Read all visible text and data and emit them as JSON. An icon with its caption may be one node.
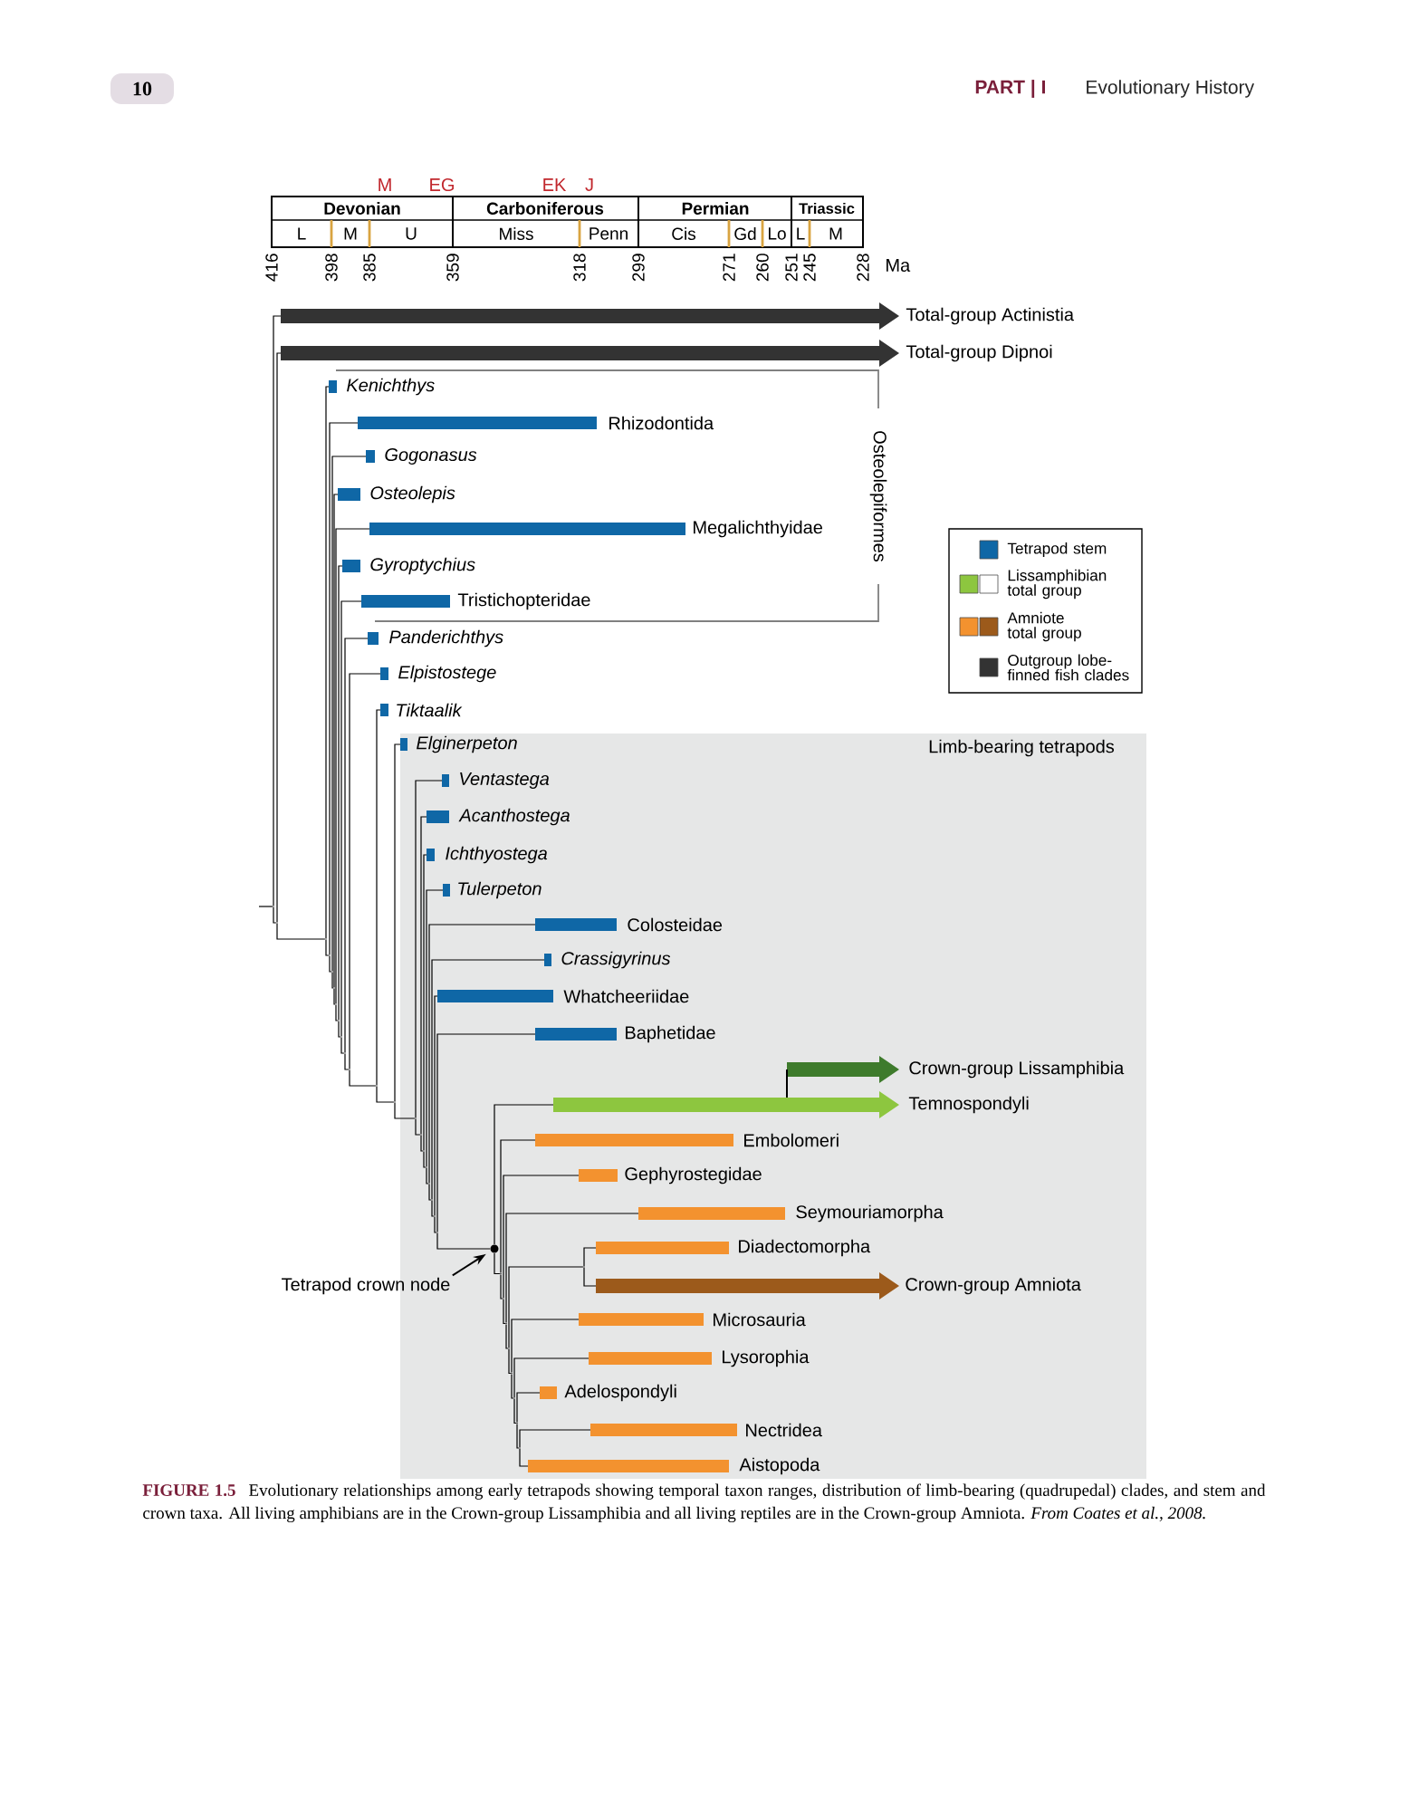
{
  "diagram": {
    "caption": "Evolutionary relationships among early tetrapods showing temporal taxon ranges, distribution of limb-bearing (quadrupedal) clades, and stem and crown taxa. All living amphibians are in the Crown-group Lissamphibia and all living reptiles are in the Crown-group Amniota. *From Coates et al., 2008.*",
    "nodes": [
      {
        "text": [
          "Total-group Actinistia"
        ]
      },
      {
        "text": [
          "Total-group Dipnoi"
        ]
      },
      {
        "text": [
          "Kenichthys"
        ]
      },
      {
        "text": [
          "Rhizodontida"
        ]
      },
      {
        "text": [
          "Gogonasus"
        ]
      },
      {
        "text": [
          "Osteolepis"
        ]
      },
      {
        "text": [
          "Megalichthyidae"
        ]
      },
      {
        "text": [
          "Gyroptychius"
        ]
      },
      {
        "text": [
          "Tristichopteridae"
        ]
      },
      {
        "text": [
          "Panderichthys"
        ]
      },
      {
        "text": [
          "Elpistostege"
        ]
      },
      {
        "text": [
          "Tiktaalik"
        ]
      },
      {
        "text": [
          "Limb-bearing tetrapods"
        ]
      },
      {
        "text": [
          "Elginerpeton"
        ],
        "in": 12
      },
      {
        "text": [
          "Ventastega"
        ],
        "in": 12
      },
      {
        "text": [
          "Acanthostega"
        ],
        "in": 12
      },
      {
        "text": [
          "Ichthyostega"
        ],
        "in": 12
      },
      {
        "text": [
          "Tulerpeton"
        ],
        "in": 12
      },
      {
        "text": [
          "Colosteidae"
        ],
        "in": 12
      },
      {
        "text": [
          "Crassigyrinus"
        ],
        "in": 12
      },
      {
        "text": [
          "Whatcheeriidae"
        ],
        "in": 12
      },
      {
        "text": [
          "Baphetidae"
        ],
        "in": 12
      },
      {
        "text": [
          "Crown-group Lissamphibia"
        ],
        "in": 12
      },
      {
        "text": [
          "Temnospondyli"
        ],
        "in": 12
      },
      {
        "text": [
          "Embolomeri"
        ],
        "in": 12
      },
      {
        "text": [
          "Gephyrostegidae"
        ],
        "in": 12
      },
      {
        "text": [
          "Seymouriamorpha"
        ],
        "in": 12
      },
      {
        "text": [
          "Diadectomorpha"
        ],
        "in": 12
      },
      {
        "text": [
          "Crown-group Amniota"
        ],
        "in": 12
      },
      {
        "text": [
          "Microsauria"
        ],
        "in": 12
      },
      {
        "text": [
          "Lysorophia"
        ],
        "in": 12
      },
      {
        "text": [
          "Adelospondyli"
        ],
        "in": 12
      },
      {
        "text": [
          "Nectridea"
        ],
        "in": 12
      },
      {
        "text": [
          "Aistopoda"
        ],
        "in": 12
      },
      {
        "text": [
          "Tetrapod crown node"
        ]
      },
      {
        "text": [],
        "shape": "circle",
        "in": 12
      },
      {
        "text": [],
        "shape": "point"
      },
      {
        "text": [],
        "shape": "point"
      },
      {
        "text": [],
        "shape": "point"
      },
      {
        "text": [],
        "shape": "point"
      },
      {
        "text": [],
        "shape": "point"
      },
      {
        "text": [],
        "shape": "point"
      },
      {
        "text": [],
        "shape": "point"
      },
      {
        "text": [],
        "shape": "point"
      },
      {
        "text": [],
        "shape": "point"
      },
      {
        "text": [],
        "shape": "point"
      },
      {
        "text": [],
        "shape": "point"
      },
      {
        "text": [],
        "shape": "point"
      },
      {
        "text": [],
        "shape": "point"
      },
      {
        "text": [],
        "shape": "point",
        "in": 12
      },
      {
        "text": [],
        "shape": "point",
        "in": 12
      },
      {
        "text": [],
        "shape": "point",
        "in": 12
      },
      {
        "text": [],
        "shape": "point",
        "in": 12
      },
      {
        "text": [],
        "shape": "point",
        "in": 12
      },
      {
        "text": [],
        "shape": "point",
        "in": 12
      },
      {
        "text": [],
        "shape": "point",
        "in": 12
      },
      {
        "text": [],
        "shape": "point",
        "in": 12
      },
      {
        "text": [],
        "shape": "point",
        "in": 12
      },
      {
        "text": [],
        "shape": "point",
        "in": 12
      },
      {
        "text": [],
        "shape": "point",
        "in": 12
      },
      {
        "text": [],
        "shape": "point",
        "in": 12
      },
      {
        "text": [],
        "shape": "point",
        "in": 12
      },
      {
        "text": [],
        "shape": "point",
        "in": 12
      },
      {
        "text": [],
        "shape": "point",
        "in": 12
      },
      {
        "text": [],
        "shape": "point",
        "in": 12
      },
      {
        "text": [],
        "shape": "point",
        "in": 12
      }
    ],
    "edges": [
      {
        "from": 34,
        "to": 35,
        "arrow": "to"
      },
      {
        "from": null,
        "to": 36,
        "arrow": "none"
      },
      {
        "from": 36,
        "to": 0,
        "arrow": "none"
      },
      {
        "from": 36,
        "to": 37,
        "arrow": "none"
      },
      {
        "from": 37,
        "to": 1,
        "arrow": "none"
      },
      {
        "from": 37,
        "to": 38,
        "arrow": "none"
      },
      {
        "from": 38,
        "to": 2,
        "arrow": "none"
      },
      {
        "from": 38,
        "to": 39,
        "arrow": "none"
      },
      {
        "from": 39,
        "to": 3,
        "arrow": "none"
      },
      {
        "from": 39,
        "to": 40,
        "arrow": "none"
      },
      {
        "from": 40,
        "to": 4,
        "arrow": "none"
      },
      {
        "from": 40,
        "to": 41,
        "arrow": "none"
      },
      {
        "from": 41,
        "to": 5,
        "arrow": "none"
      },
      {
        "from": 41,
        "to": 42,
        "arrow": "none"
      },
      {
        "from": 42,
        "to": 6,
        "arrow": "none"
      },
      {
        "from": 42,
        "to": 43,
        "arrow": "none"
      },
      {
        "from": 43,
        "to": 7,
        "arrow": "none"
      },
      {
        "from": 43,
        "to": 44,
        "arrow": "none"
      },
      {
        "from": 44,
        "to": 8,
        "arrow": "none"
      },
      {
        "from": 44,
        "to": 45,
        "arrow": "none"
      },
      {
        "from": 45,
        "to": 9,
        "arrow": "none"
      },
      {
        "from": 45,
        "to": 46,
        "arrow": "none"
      },
      {
        "from": 46,
        "to": 10,
        "arrow": "none"
      },
      {
        "from": 46,
        "to": 47,
        "arrow": "none"
      },
      {
        "from": 47,
        "to": 11,
        "arrow": "none"
      },
      {
        "from": 47,
        "to": 48,
        "arrow": "none"
      },
      {
        "from": 48,
        "to": 13,
        "arrow": "none"
      },
      {
        "from": 48,
        "to": 49,
        "arrow": "none"
      },
      {
        "from": 49,
        "to": 14,
        "arrow": "none"
      },
      {
        "from": 49,
        "to": 50,
        "arrow": "none"
      },
      {
        "from": 50,
        "to": 15,
        "arrow": "none"
      },
      {
        "from": 50,
        "to": 51,
        "arrow": "none"
      },
      {
        "from": 51,
        "to": 16,
        "arrow": "none"
      },
      {
        "from": 51,
        "to": 52,
        "arrow": "none"
      },
      {
        "from": 52,
        "to": 17,
        "arrow": "none"
      },
      {
        "from": 52,
        "to": 53,
        "arrow": "none"
      },
      {
        "from": 53,
        "to": 18,
        "arrow": "none"
      },
      {
        "from": 53,
        "to": 54,
        "arrow": "none"
      },
      {
        "from": 54,
        "to": 19,
        "arrow": "none"
      },
      {
        "from": 54,
        "to": 55,
        "arrow": "none"
      },
      {
        "from": 55,
        "to": 20,
        "arrow": "none"
      },
      {
        "from": 55,
        "to": 56,
        "arrow": "none"
      },
      {
        "from": 56,
        "to": 21,
        "arrow": "none"
      },
      {
        "from": 56,
        "to": 35,
        "arrow": "none"
      },
      {
        "from": 35,
        "to": 23,
        "arrow": "none"
      },
      {
        "from": 35,
        "to": 57,
        "arrow": "none"
      },
      {
        "from": 23,
        "to": 22,
        "arrow": "none"
      },
      {
        "from": 57,
        "to": 24,
        "arrow": "none"
      },
      {
        "from": 57,
        "to": 58,
        "arrow": "none"
      },
      {
        "from": 58,
        "to": 25,
        "arrow": "none"
      },
      {
        "from": 58,
        "to": 59,
        "arrow": "none"
      },
      {
        "from": 59,
        "to": 26,
        "arrow": "none"
      },
      {
        "from": 59,
        "to": 60,
        "arrow": "none"
      },
      {
        "from": 60,
        "to": 64,
        "arrow": "none"
      },
      {
        "from": 60,
        "to": 61,
        "arrow": "none"
      },
      {
        "from": 64,
        "to": 27,
        "arrow": "none"
      },
      {
        "from": 64,
        "to": 28,
        "arrow": "none"
      },
      {
        "from": 61,
        "to": 29,
        "arrow": "none"
      },
      {
        "from": 61,
        "to": 62,
        "arrow": "none"
      },
      {
        "from": 62,
        "to": 30,
        "arrow": "none"
      },
      {
        "from": 62,
        "to": 63,
        "arrow": "none"
      },
      {
        "from": 63,
        "to": 31,
        "arrow": "none"
      },
      {
        "from": 63,
        "to": 65,
        "arrow": "none"
      },
      {
        "from": 65,
        "to": 32,
        "arrow": "none"
      },
      {
        "from": 65,
        "to": 33,
        "arrow": "none"
      }
    ],
    "labels": [
      "10",
      "PART | I",
      "Evolutionary History",
      "M",
      "EG",
      "EK",
      "J",
      "Devonian",
      "Carboniferous",
      "Permian",
      "Triassic",
      "L",
      "M",
      "U",
      "Miss",
      "Penn",
      "Cis",
      "Gd",
      "Lo",
      "L",
      "M",
      "416",
      "398",
      "385",
      "359",
      "318",
      "299",
      "271",
      "260",
      "251",
      "245",
      "228",
      "Ma",
      "Osteolepiformes",
      "FIGURE 1.5"
    ],
    "legend": [
      {
        "text": "Tetrapod stem",
        "color": "#0f67a6"
      },
      {
        "text": "Lissamphibian total group",
        "color": "#8dc63f"
      },
      {
        "text": "Amniote total group",
        "color": "#f3922f"
      },
      {
        "text": "Outgroup lobe-finned fish clades",
        "color": "#333333"
      }
    ]
  }
}
